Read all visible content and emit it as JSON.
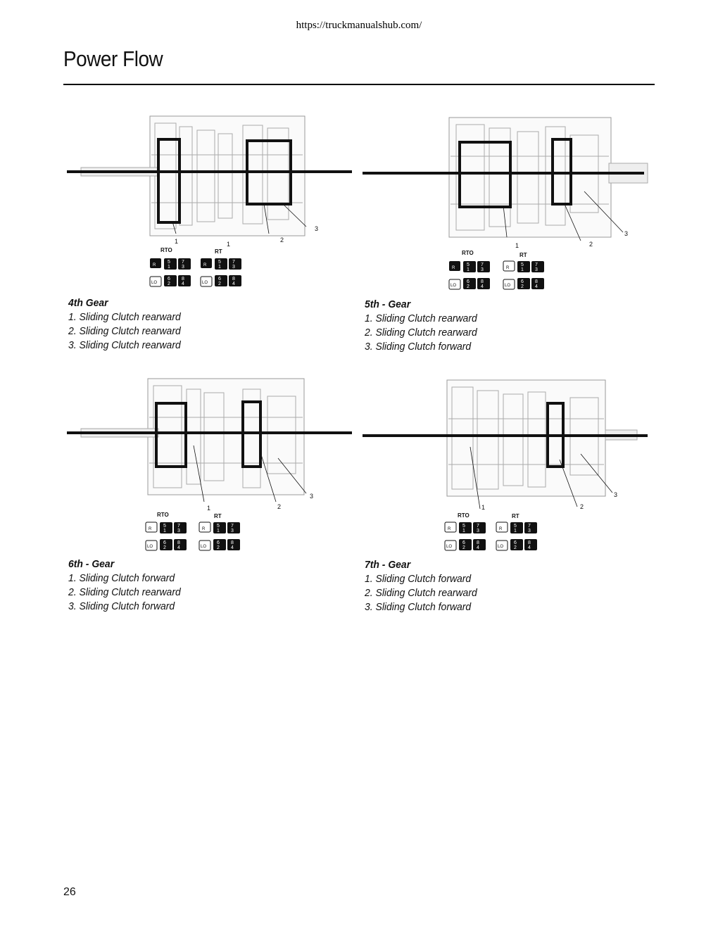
{
  "header": {
    "url": "https://truckmanualshub.com/"
  },
  "page": {
    "title": "Power Flow",
    "number": "26"
  },
  "shift_pattern": {
    "rto_label": "RTO",
    "rt_label": "RT",
    "lo_label": "LO",
    "top_row": [
      "5",
      "7"
    ],
    "top_row_sub": [
      "1",
      "3"
    ],
    "bottom_row": [
      "6",
      "8"
    ],
    "bottom_row_sub": [
      "2",
      "4"
    ]
  },
  "gears": [
    {
      "title": "4th Gear",
      "lines": [
        "1. Sliding Clutch rearward",
        "2. Sliding Clutch rearward",
        "3. Sliding Clutch rearward"
      ],
      "callouts": [
        "1",
        "1",
        "2",
        "3"
      ]
    },
    {
      "title": "5th -  Gear",
      "lines": [
        "1. Sliding Clutch rearward",
        "2. Sliding Clutch rearward",
        "3. Sliding Clutch forward"
      ],
      "callouts": [
        "1",
        "2",
        "3"
      ]
    },
    {
      "title": "6th -  Gear",
      "lines": [
        "1. Sliding Clutch forward",
        "2. Sliding Clutch rearward",
        "3. Sliding Clutch forward"
      ],
      "callouts": [
        "1",
        "2",
        "3"
      ]
    },
    {
      "title": "7th - Gear",
      "lines": [
        "1. Sliding Clutch forward",
        "2. Sliding Clutch rearward",
        "3. Sliding Clutch forward"
      ],
      "callouts": [
        "1",
        "2",
        "3"
      ]
    }
  ]
}
